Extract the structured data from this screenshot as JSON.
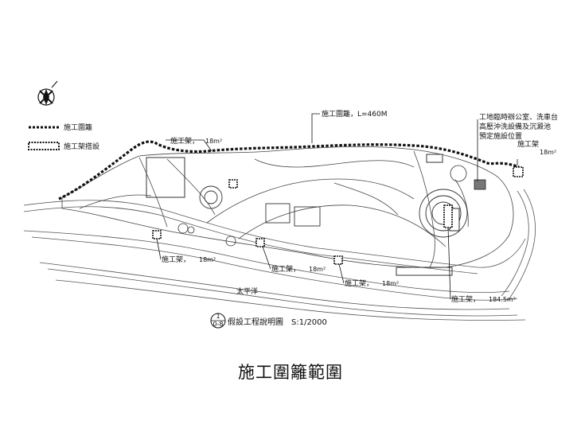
{
  "legend": {
    "fence_label": "施工圍籬",
    "scaffold_label": "施工架搭設"
  },
  "callouts": {
    "fence_length": "施工圍籬，L=460M",
    "scaffold_top": "施工架，",
    "scaffold_top_area": "18m²",
    "office_line1": "工地臨時辦公室、洗車台",
    "office_line2": "高壓沖洗設備及沉澱池",
    "office_line3": "預定施設位置",
    "scaffold_right": "施工架",
    "scaffold_right_area": "18m²",
    "scaffold_left": "施工架，",
    "scaffold_left_area": "18m²",
    "scaffold_mid": "施工架，",
    "scaffold_mid_area": "18m²",
    "scaffold_mid2": "施工架，",
    "scaffold_mid2_area": "18m²",
    "scaffold_bottom": "施工架，",
    "scaffold_bottom_area": "184.5m²"
  },
  "map": {
    "ocean_label": "太平洋",
    "drawing_no_top": "1",
    "drawing_no_bottom": "0-8",
    "drawing_title": "假設工程說明圖",
    "scale": "S:1/2000"
  },
  "caption": "施工圍籬範圍"
}
